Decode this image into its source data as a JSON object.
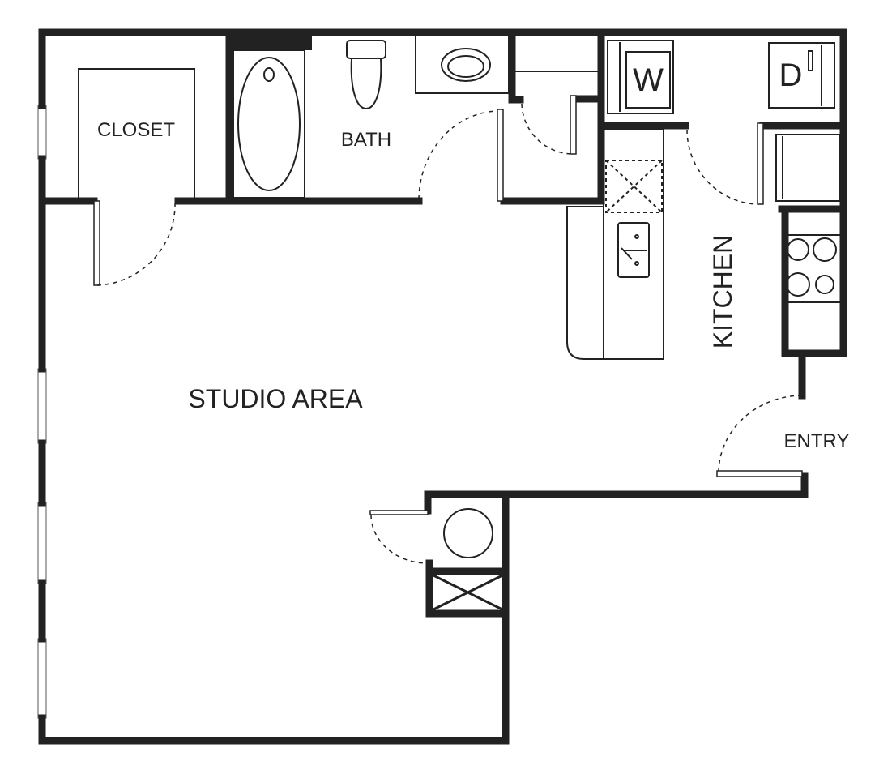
{
  "floorplan": {
    "rooms": {
      "closet": "CLOSET",
      "bath": "BATH",
      "studio": "STUDIO AREA",
      "kitchen": "KITCHEN",
      "entry": "ENTRY"
    },
    "appliances": {
      "washer": "W",
      "dryer": "D"
    }
  }
}
